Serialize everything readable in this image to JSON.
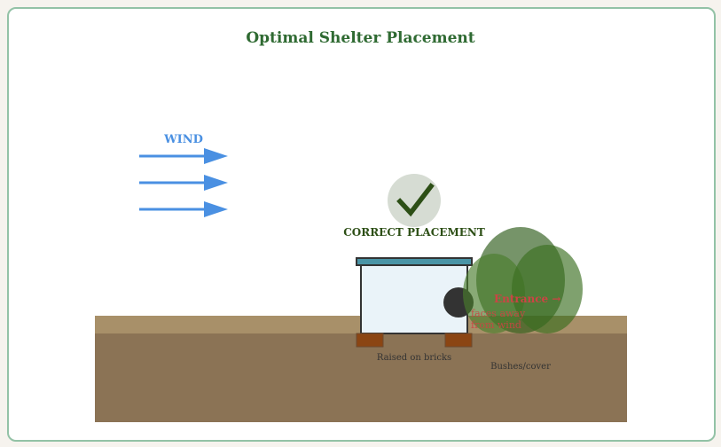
{
  "title": "Optimal Shelter Placement",
  "wind": {
    "label": "WIND",
    "arrow_count": 3,
    "color": "#4a90e2"
  },
  "status": {
    "icon": "checkmark-icon",
    "label": "CORRECT PLACEMENT",
    "color": "#2d4f16"
  },
  "shelter": {
    "roof_color": "#4a94a6",
    "body_color": "#eaf3f9",
    "entrance_color": "#333333",
    "brick_color": "#8b4513"
  },
  "labels": {
    "entrance": "Entrance →",
    "entrance_note_line1": "faces away",
    "entrance_note_line2": "from wind",
    "bricks": "Raised on bricks",
    "bushes": "Bushes/cover"
  },
  "colors": {
    "ground_top": "#a89069",
    "ground": "#8b7355",
    "bush": "#4a7c2c",
    "annotation": "#cc4444"
  }
}
